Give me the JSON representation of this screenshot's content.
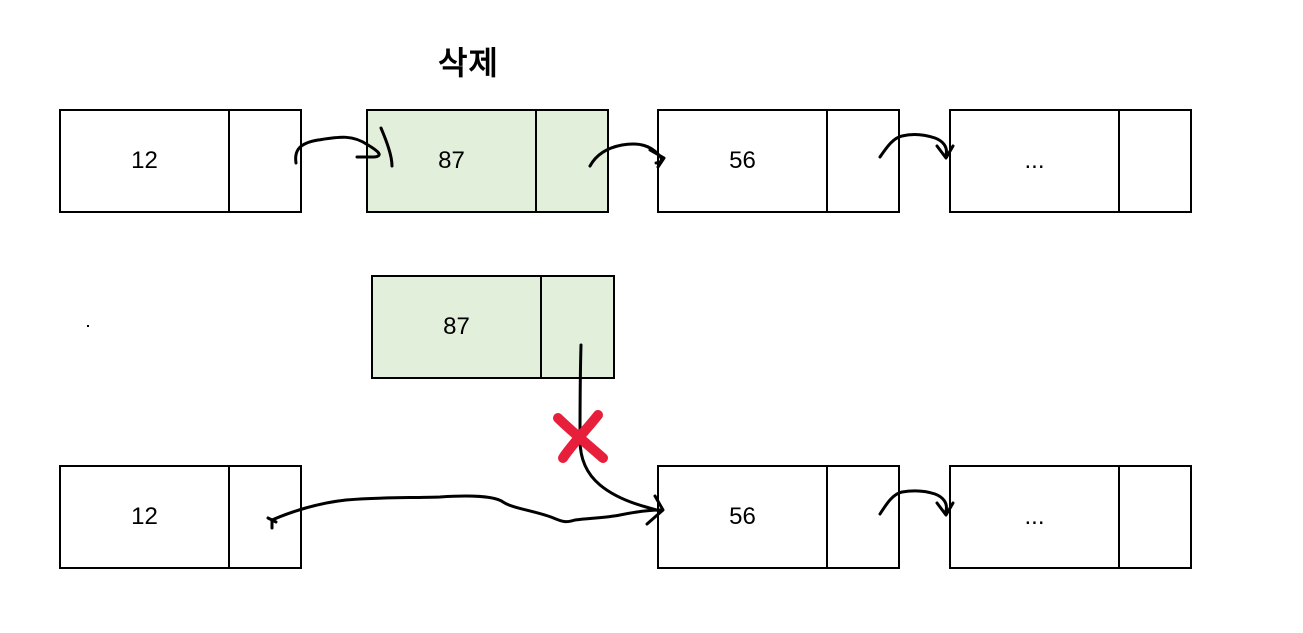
{
  "title": "삭제",
  "before": {
    "nodes": [
      {
        "value": "12"
      },
      {
        "value": "87"
      },
      {
        "value": "56"
      },
      {
        "value": "..."
      }
    ]
  },
  "removed_node": {
    "value": "87"
  },
  "after": {
    "nodes": [
      {
        "value": "12"
      },
      {
        "value": "56"
      },
      {
        "value": "..."
      }
    ]
  },
  "colors": {
    "removed_fill": "#e2efda",
    "cross_mark": "#e81f3b",
    "stroke": "#000000"
  },
  "icons": {
    "cross": "x-mark-icon"
  }
}
